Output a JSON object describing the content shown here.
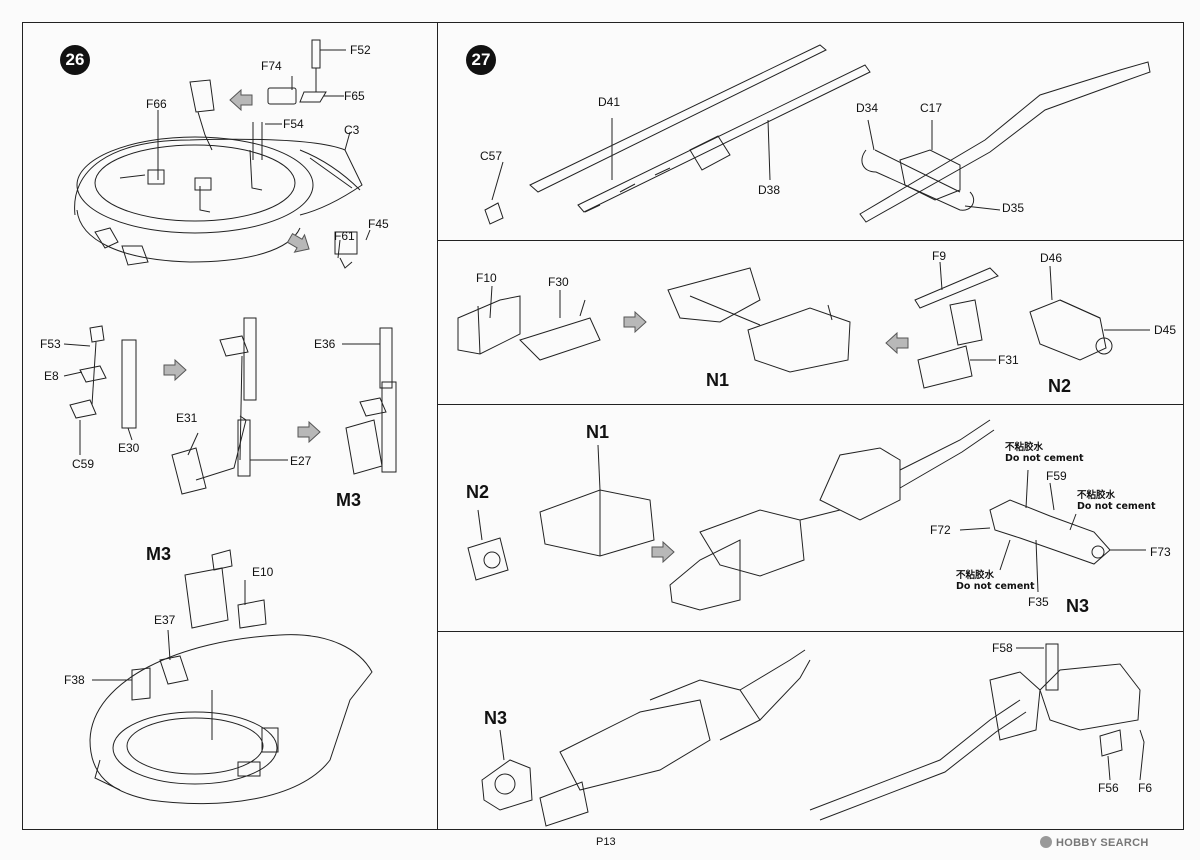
{
  "page": {
    "number": "P13"
  },
  "watermark": {
    "text": "HOBBY SEARCH"
  },
  "steps": [
    {
      "number": "26"
    },
    {
      "number": "27"
    }
  ],
  "step26": {
    "labels": [
      "F52",
      "F74",
      "F65",
      "F66",
      "F54",
      "C3",
      "F61",
      "F45",
      "F53",
      "E8",
      "E30",
      "C59",
      "E31",
      "E27",
      "E36",
      "M3",
      "M3",
      "E10",
      "E37",
      "F38"
    ]
  },
  "step27": {
    "row1_labels": [
      "D41",
      "C57",
      "D38",
      "D34",
      "C17",
      "D35"
    ],
    "row2_labels": [
      "F10",
      "F30",
      "F9",
      "D46",
      "D45",
      "F31"
    ],
    "row2_subassemblies": [
      "N1",
      "N2"
    ],
    "row3_labels": [
      "F59",
      "F72",
      "F73",
      "F35"
    ],
    "row3_subassemblies": [
      "N1",
      "N2",
      "N3"
    ],
    "row3_notes": [
      {
        "cn": "不粘胶水",
        "en": "Do not cement"
      },
      {
        "cn": "不粘胶水",
        "en": "Do not cement"
      },
      {
        "cn": "不粘胶水",
        "en": "Do not cement"
      }
    ],
    "row4_labels": [
      "F58",
      "F56",
      "F6"
    ],
    "row4_subassemblies": [
      "N3"
    ]
  },
  "colors": {
    "line": "#222222",
    "arrow_fill": "#b8b8b8"
  }
}
